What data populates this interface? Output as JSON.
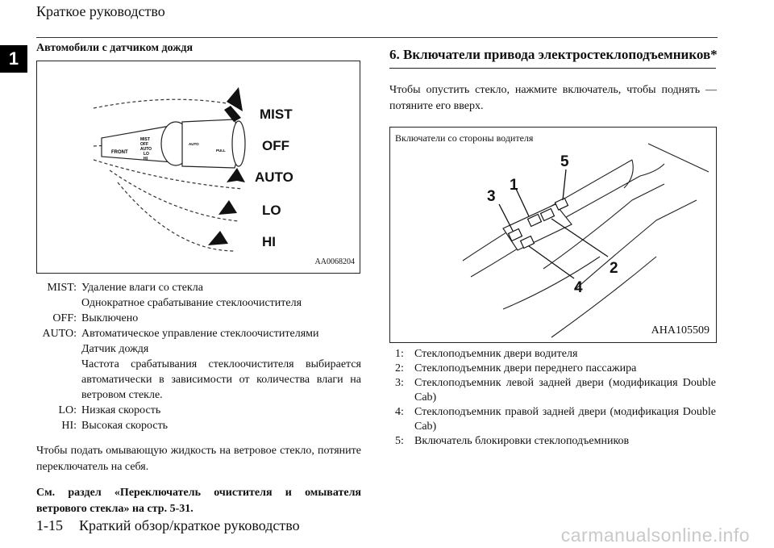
{
  "header": {
    "title": "Краткое руководство",
    "chapter": "1"
  },
  "left": {
    "title": "Автомобили с датчиком дождя",
    "figure": {
      "code": "AA0068204",
      "positions": [
        "MIST",
        "OFF",
        "AUTO",
        "LO",
        "HI"
      ],
      "stalk_labels": [
        "MIST",
        "OFF",
        "AUTO",
        "LO",
        "HI"
      ],
      "front": "FRONT",
      "auto_small": "AUTO",
      "pull": "PULL"
    },
    "defs": [
      {
        "term": "MIST:",
        "lines": [
          "Удаление влаги со стекла",
          "Однократное срабатывание стеклоочистителя"
        ]
      },
      {
        "term": "OFF:",
        "lines": [
          "Выключено"
        ]
      },
      {
        "term": "AUTO:",
        "lines": [
          "Автоматическое управление стеклоочистителями",
          "Датчик дождя",
          "Частота срабатывания стеклоочистителя выбирается автоматически в зависимости от количества влаги на ветровом стекле."
        ]
      },
      {
        "term": "LO:",
        "lines": [
          "Низкая скорость"
        ]
      },
      {
        "term": "HI:",
        "lines": [
          "Высокая скорость"
        ]
      }
    ],
    "para1": "Чтобы подать омывающую жидкость на ветровое стекло, потяните переключатель на себя.",
    "para2": "См. раздел «Переключатель очистителя и омывателя ветрового стекла» на стр. 5-31."
  },
  "right": {
    "title": "6. Включатели привода электростеклоподъемников*",
    "intro": "Чтобы опустить стекло, нажмите включатель, чтобы поднять — потяните его вверх.",
    "figure": {
      "caption": "Включатели со стороны водителя",
      "code": "AHA105509",
      "callouts": [
        "1",
        "2",
        "3",
        "4",
        "5"
      ]
    },
    "items": [
      {
        "num": "1:",
        "text": "Стеклоподъемник двери водителя"
      },
      {
        "num": "2:",
        "text": "Стеклоподъемник двери переднего пассажира"
      },
      {
        "num": "3:",
        "text": "Стеклоподъемник левой задней двери (модификация Double Cab)"
      },
      {
        "num": "4:",
        "text": "Стеклоподъемник правой задней двери (модификация Double Cab)"
      },
      {
        "num": "5:",
        "text": "Включатель блокировки стеклоподъемников"
      }
    ]
  },
  "footer": {
    "page": "1-15",
    "title": "Краткий обзор/краткое руководство"
  },
  "watermark": "carmanualsonline.info"
}
